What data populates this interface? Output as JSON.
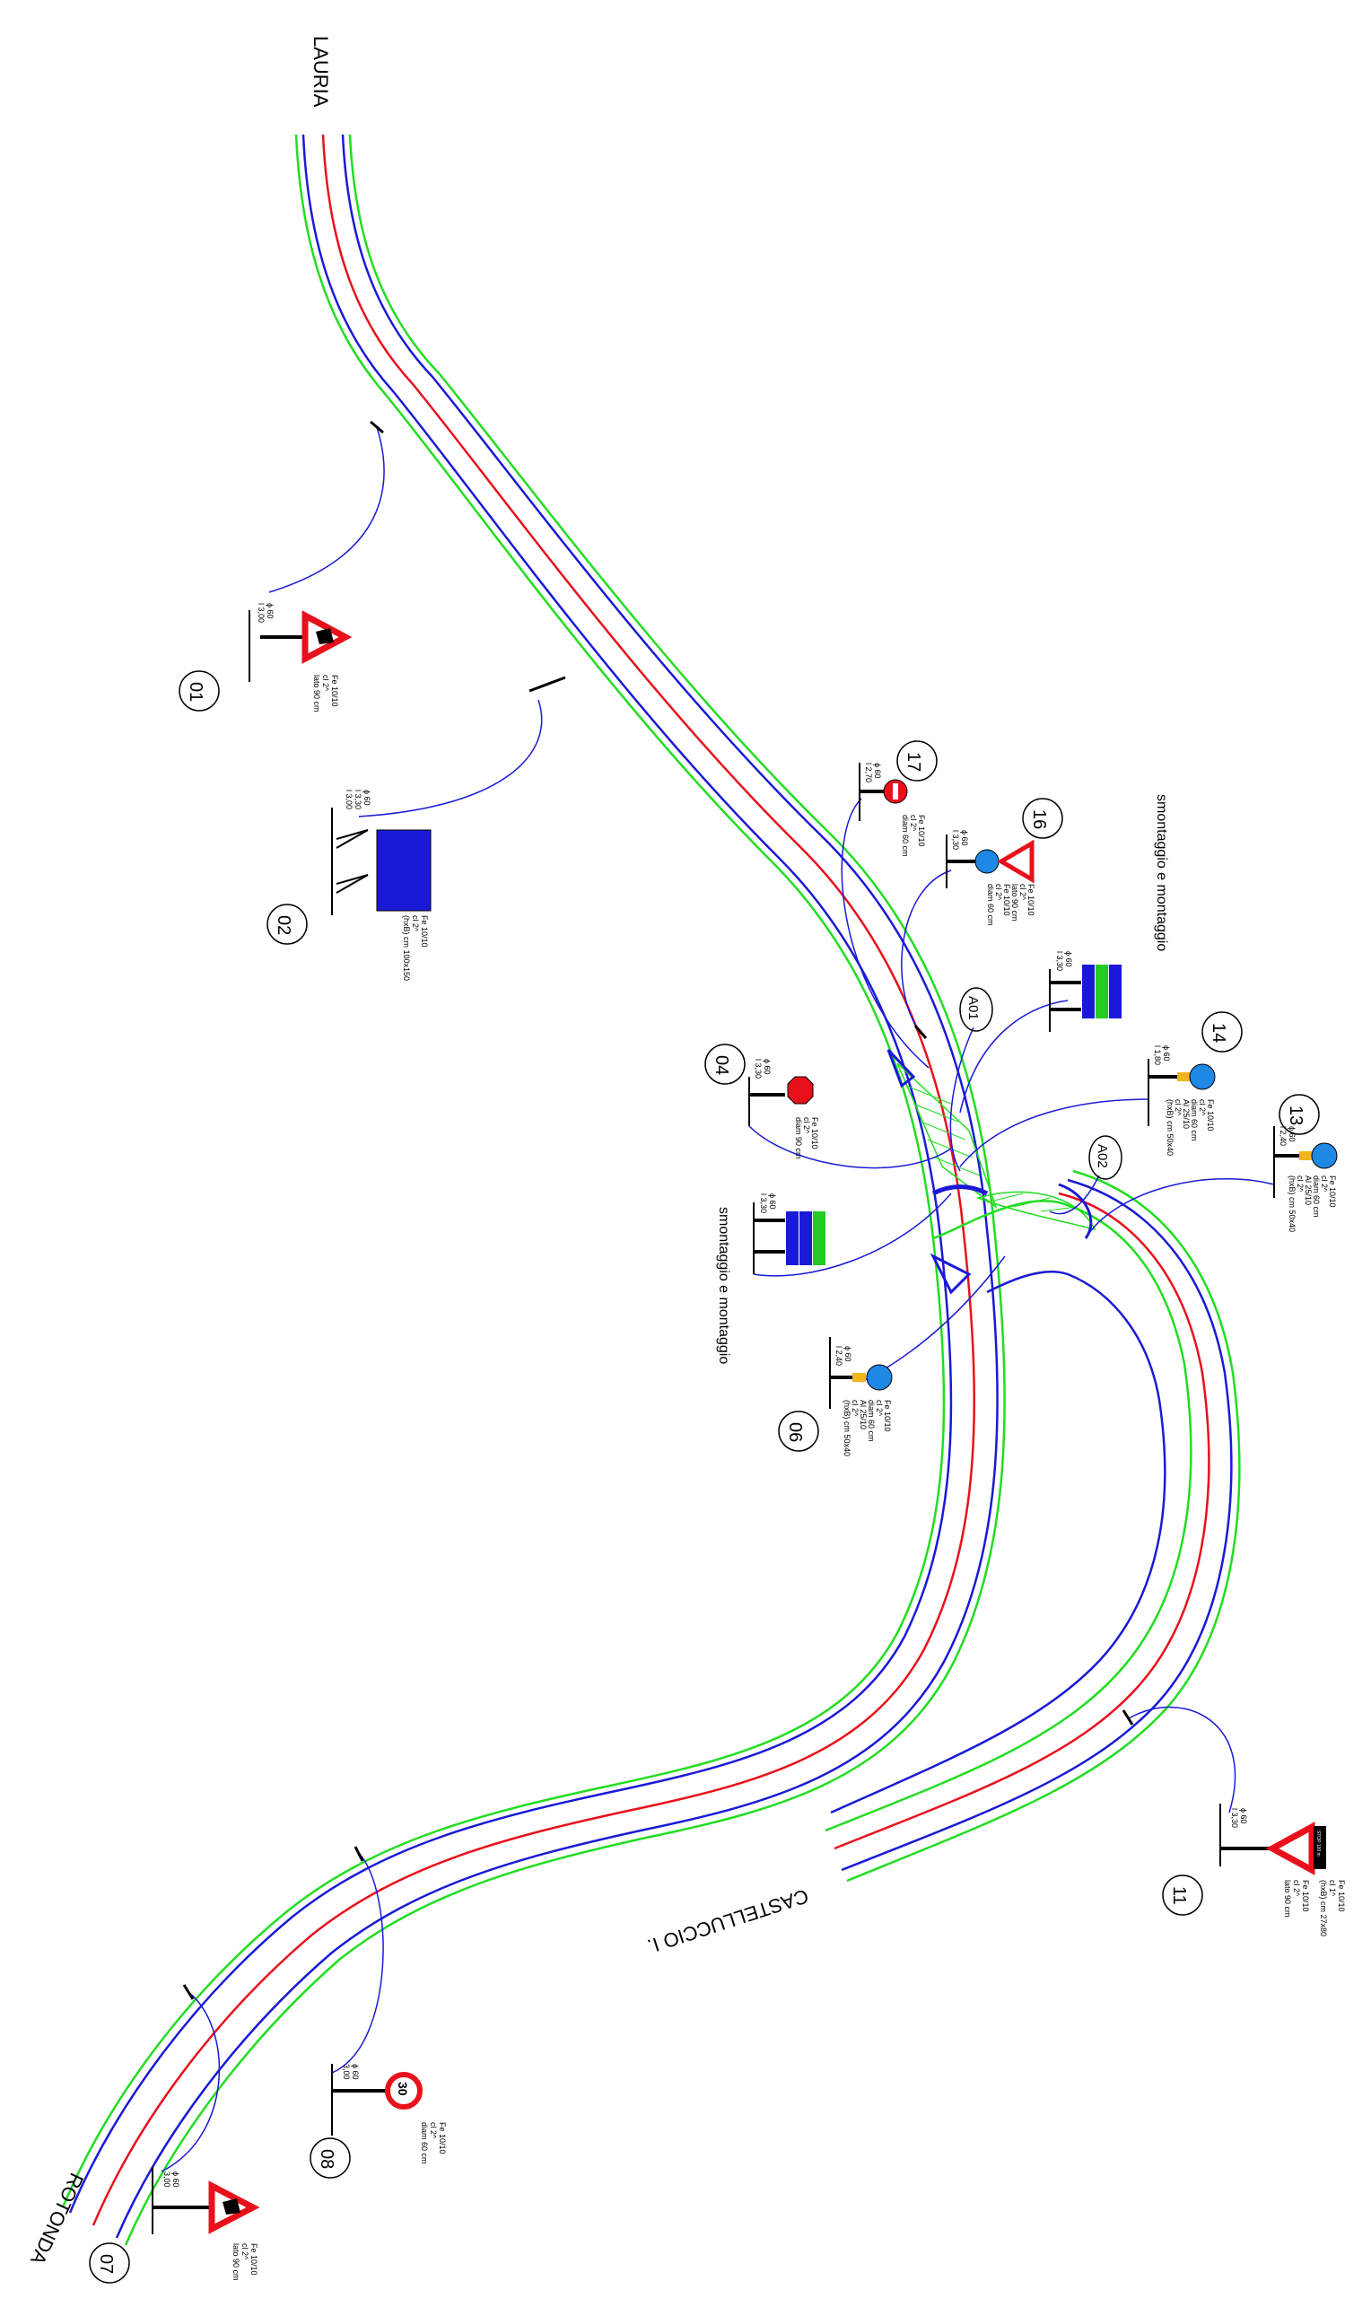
{
  "places": {
    "lauria": "LAURIA",
    "rotonda": "ROTONDA",
    "castelluccio": "CASTELLUCCIO I."
  },
  "notes": {
    "swap_upper": "smontaggio e montaggio",
    "swap_lower": "smontaggio e montaggio"
  },
  "colors": {
    "centerline": "#e8111b",
    "edge": "#1a1ad6",
    "shoulder": "#22dd22",
    "callout": "#1a1ad6"
  },
  "signs": [
    {
      "id": "01",
      "icon": "warning-triangle-icon",
      "post": [
        "ϕ 60",
        "l 3,00"
      ],
      "spec": [
        "Fe 10/10",
        "cl 2^",
        "lato 90 cm"
      ]
    },
    {
      "id": "02",
      "icon": "direction-panel-icon",
      "post": [
        "ϕ 60",
        "l 3,30",
        "l 3,00"
      ],
      "spec": [
        "Fe 10/10",
        "cl 2^",
        "(hxB) cm 100x150"
      ]
    },
    {
      "id": "04",
      "icon": "stop-icon",
      "post": [
        "ϕ 60",
        "l 3,30"
      ],
      "spec": [
        "Fe 10/10",
        "cl 2^",
        "diam 90 cm"
      ]
    },
    {
      "id": "06",
      "icon": "keep-right-icon",
      "post": [
        "ϕ 60",
        "l 2,40"
      ],
      "spec": [
        "Fe 10/10",
        "cl 2^",
        "diam 60 cm",
        "Al 25/10",
        "cl 2^",
        "(hxB) cm 50x40"
      ]
    },
    {
      "id": "07",
      "icon": "warning-triangle-icon",
      "post": [
        "ϕ 60",
        "3,00"
      ],
      "spec": [
        "Fe 10/10",
        "cl 2^",
        "lato 90 cm"
      ]
    },
    {
      "id": "08",
      "icon": "speed-limit-icon",
      "post": [
        "ϕ 60",
        "3,00"
      ],
      "spec": [
        "Fe 10/10",
        "cl 2^",
        "diam 60 cm"
      ],
      "value": "30"
    },
    {
      "id": "11",
      "icon": "give-way-stop-icon",
      "post": [
        "ϕ 60",
        "l 3,30"
      ],
      "spec": [
        "Fe 10/10",
        "cl 1^",
        "(hxB) cm 27x80",
        "Fe 10/10",
        "cl 2^",
        "lato 90 cm"
      ],
      "plate": "STOP 100 m"
    },
    {
      "id": "13",
      "icon": "keep-right-icon",
      "post": [
        "ϕ 60",
        "l 2,40"
      ],
      "spec": [
        "Fe 10/10",
        "cl 2^",
        "diam 60 cm",
        "Al 25/10",
        "cl 2^",
        "(hxB) cm 50x40"
      ]
    },
    {
      "id": "14",
      "icon": "roundabout-icon",
      "post": [
        "ϕ 60",
        "l 1,80"
      ],
      "spec": [
        "Fe 10/10",
        "cl 2^",
        "diam 60 cm",
        "Al 25/10",
        "cl 2^",
        "(hxB) cm 50x40"
      ]
    },
    {
      "id": "16",
      "icon": "give-way-roundabout-icon",
      "post": [
        "ϕ 60",
        "l 3,30"
      ],
      "spec": [
        "Fe 10/10",
        "cl 2^",
        "lato 90 cm",
        "Fe 10/10",
        "cl 2^",
        "diam 60 cm"
      ]
    },
    {
      "id": "17",
      "icon": "no-entry-icon",
      "post": [
        "ϕ 60",
        "l 2,70"
      ],
      "spec": [
        "Fe 10/10",
        "cl 2^",
        "diam 60 cm"
      ]
    }
  ],
  "markers": [
    {
      "id": "A01"
    },
    {
      "id": "A02"
    }
  ]
}
